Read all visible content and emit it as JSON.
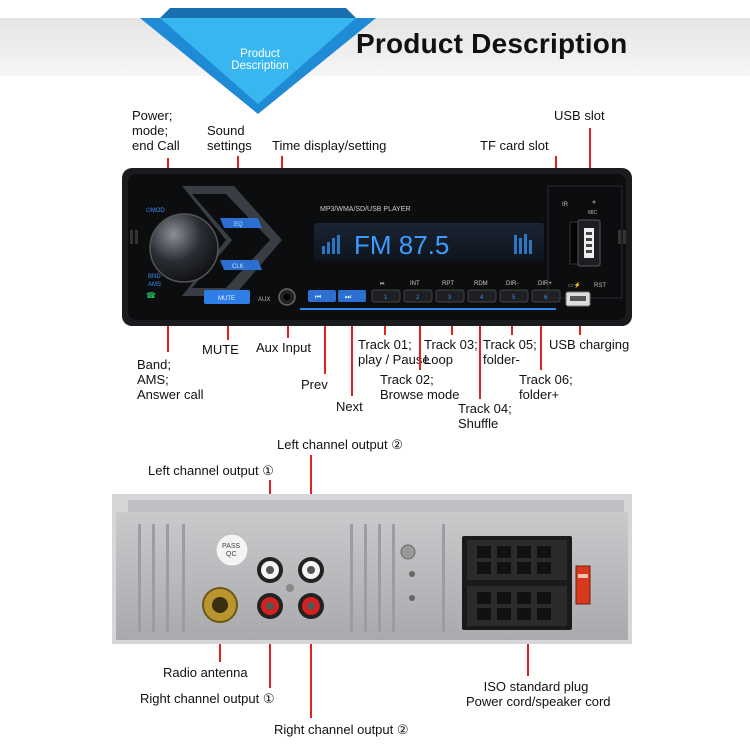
{
  "header": {
    "ribbon_line1": "Product",
    "ribbon_line2": "Description",
    "title": "Product Description"
  },
  "front_labels": {
    "power": [
      "Power;",
      "mode;",
      "end Call"
    ],
    "sound": [
      "Sound",
      "settings"
    ],
    "time": "Time display/setting",
    "tf": "TF card slot",
    "usb_slot": "USB slot",
    "band": [
      "Band;",
      "AMS;",
      "Answer call"
    ],
    "mute": "MUTE",
    "aux": "Aux Input",
    "prev": "Prev",
    "next": "Next",
    "track01": [
      "Track 01;",
      "play / Pause"
    ],
    "track02": [
      "Track 02;",
      "Browse mode"
    ],
    "track03": [
      "Track 03;",
      "Loop"
    ],
    "track04": [
      "Track 04;",
      "Shuffle"
    ],
    "track05": [
      "Track 05;",
      "folder-"
    ],
    "track06": [
      "Track 06;",
      "folder+"
    ],
    "usb_charging": "USB charging"
  },
  "device_text": {
    "model": "MP3/WMA/SD/USB  PLAYER",
    "display": "FM 87.5",
    "ir": "IR",
    "mic": "MIC",
    "rst": "RST",
    "mod": "⏻MOD",
    "eq": "EQ",
    "clk": "CLK",
    "band": "BND",
    "ams": "AMS",
    "mute_btn": "MUTE",
    "aux_btn": "AUX",
    "btns": [
      {
        "top": "INT",
        "num": "2"
      },
      {
        "top": "RPT",
        "num": "3"
      },
      {
        "top": "RDM",
        "num": "4"
      },
      {
        "top": "DIR-",
        "num": "5"
      },
      {
        "top": "DIR+",
        "num": "6"
      }
    ],
    "btn1_num": "1",
    "pass_qc": [
      "PASS",
      "QC"
    ]
  },
  "rear_labels": {
    "left2": "Left channel output ②",
    "left1": "Left channel output ①",
    "antenna": "Radio antenna",
    "right1": "Right channel output ①",
    "right2": "Right channel output ②",
    "iso": [
      "ISO standard plug",
      "Power cord/speaker cord"
    ]
  },
  "colors": {
    "leader": "#e0231f",
    "accent_blue": "#2d8bf0",
    "ribbon_blue": "#2aa0e6"
  }
}
